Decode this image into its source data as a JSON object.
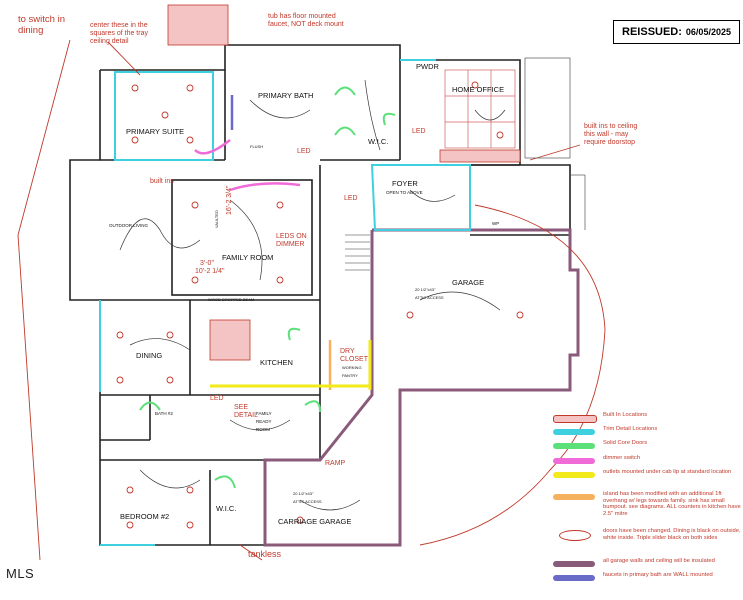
{
  "header": {
    "reissued_label": "REISSUED:",
    "reissued_date": "06/05/2025"
  },
  "notes": {
    "switch_dining": "to switch in dining",
    "tray_ceiling": "center these in the squares of the tray ceiling detail",
    "tub": "tub has floor mounted faucet, NOT deck mount",
    "built_ins_ceiling": "built ins to ceiling this wall - may require doorstop",
    "built_ins": "built ins",
    "leds_dimmer": "LEDS ON DIMMER",
    "see_detail": "SEE DETAIL",
    "ramp": "RAMP",
    "tankless": "tankless",
    "led_1": "LED",
    "led_2": "LED",
    "led_3": "LED",
    "led_4": "LED",
    "dim_1": "10'-2 1/4\"",
    "dim_2": "16'-2 3/4\"",
    "dim_3": "3'-0\"",
    "dry_closet": "DRY CLOSET"
  },
  "rooms": {
    "primary_suite": "PRIMARY SUITE",
    "primary_bath": "PRIMARY BATH",
    "wic_primary": "W.I.C.",
    "pwdr": "PWDR",
    "home_office": "HOME OFFICE",
    "foyer": "FOYER",
    "foyer_sub": "OPEN TO ABOVE",
    "outdoor_living": "OUTDOOR LIVING",
    "family_room": "FAMILY ROOM",
    "garage": "GARAGE",
    "dining": "DINING",
    "kitchen": "KITCHEN",
    "family_ready_room": "FAMILY READY ROOM",
    "bath2": "BATH #2",
    "bedroom2": "BEDROOM #2",
    "wic_bed2": "W.I.C.",
    "carriage_garage": "CARRIAGE GARAGE",
    "pantry": "WORKING PANTRY",
    "attic_access_1": "20 1/2\"x43\" ATTIC ACCESS",
    "attic_access_2": "20 1/2\"x43\" ATTIC ACCESS",
    "wood_dropped_beam": "WOOD DROPPED BEAM",
    "flush": "FLUSH",
    "vaulted": "VAULTED",
    "wp": "WP"
  },
  "legend": [
    {
      "color": "#e8a0a0",
      "label": "Built In Locations"
    },
    {
      "color": "#3fd0e0",
      "label": "Trim Detail Locations"
    },
    {
      "color": "#5ce07a",
      "label": "Solid Core Doors"
    },
    {
      "color": "#f06ad8",
      "label": "dimmer switch"
    },
    {
      "color": "#f2ea1a",
      "label": "outlets mounted under cab lip at standard location"
    },
    {
      "color": "#f5b060",
      "label": "island has been modified with an additional 1ft overhang w/ legs towards family. sink has small bumpout. see diagrams. ALL counters in kitchen have 2.5\" mitre"
    },
    {
      "color": "#ffffff",
      "label": "doors have been changed. Dining is black on outside, white inside. Triple slider black on both sides"
    },
    {
      "color": "#8a5a7a",
      "label": "all garage walls and ceiling will be insulated"
    },
    {
      "color": "#6a6ac8",
      "label": "faucets in primary bath are WALL mounted"
    }
  ],
  "footer": {
    "mls_logo": "MLS"
  }
}
